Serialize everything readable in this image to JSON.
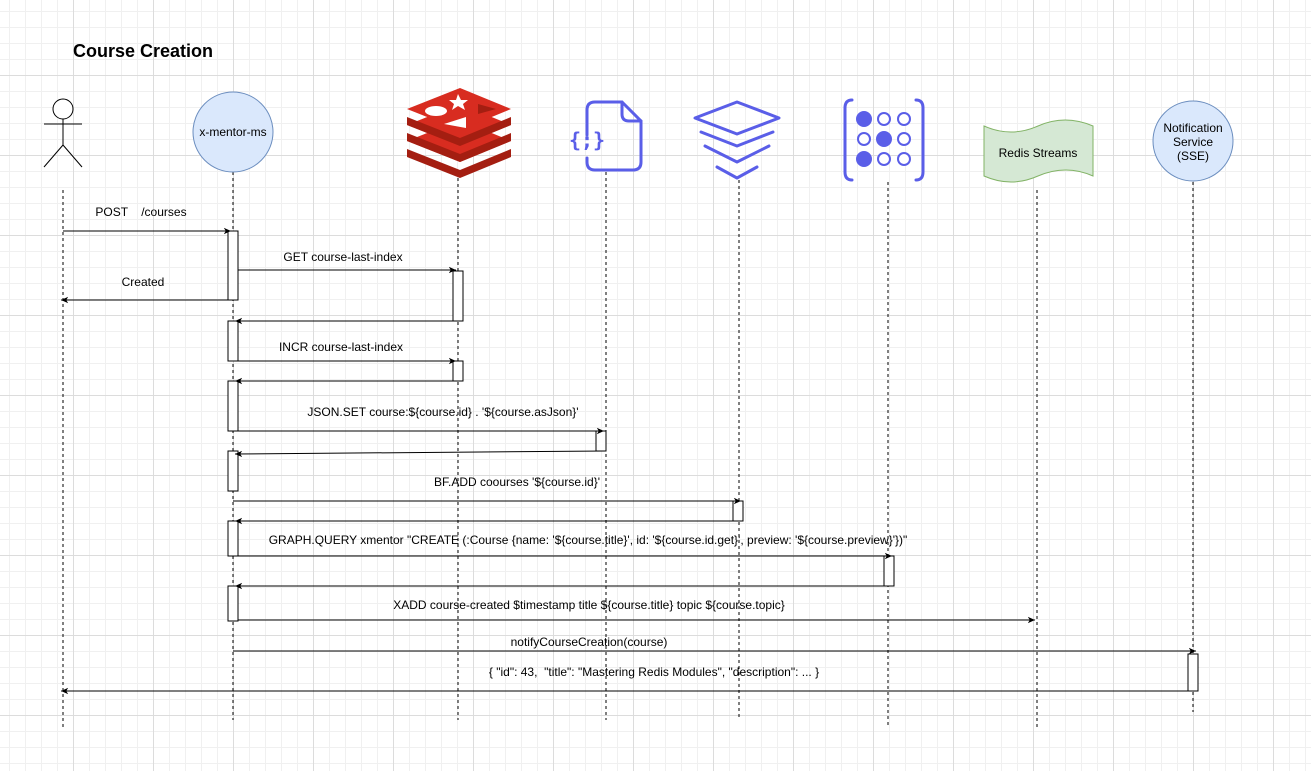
{
  "title": "Course Creation",
  "participants": {
    "user": {
      "icon": "actor-stick-figure-icon"
    },
    "service": {
      "label": "x-mentor-ms"
    },
    "redis": {
      "icon": "redis-logo-icon"
    },
    "json": {
      "icon": "json-document-icon",
      "glyph": "{;}"
    },
    "bloom": {
      "icon": "layers-stack-icon"
    },
    "graph": {
      "icon": "graph-nodes-grid-icon"
    },
    "streams": {
      "label": "Redis Streams"
    },
    "notification": {
      "label_line1": "Notification",
      "label_line2": "Service",
      "label_line3": "(SSE)"
    }
  },
  "messages": {
    "post": "POST    /courses",
    "created": "Created",
    "get_index": "GET course-last-index",
    "incr_index": "INCR course-last-index",
    "json_set": "JSON.SET course:${course.id} . '${course.asJson}'",
    "bf_add": "BF.ADD coourses '${course.id}'",
    "graph_query": "GRAPH.QUERY xmentor \"CREATE (:Course {name: '${course.title}', id: '${course.id.get}', preview: '${course.preview}'})\"",
    "xadd": "XADD course-created $timestamp title ${course.title} topic ${course.topic}",
    "notify": "notifyCourseCreation(course)",
    "response": "{ \"id\": 43,  \"title\": \"Mastering Redis Modules\", \"description\": ... }"
  },
  "colors": {
    "service_fill": "#dae8fc",
    "service_stroke": "#6c8ebf",
    "streams_fill": "#d5e8d4",
    "streams_stroke": "#82b366",
    "redis_red": "#d82c20",
    "redis_dark": "#a41e11",
    "icon_blue": "#5a5ee8"
  }
}
